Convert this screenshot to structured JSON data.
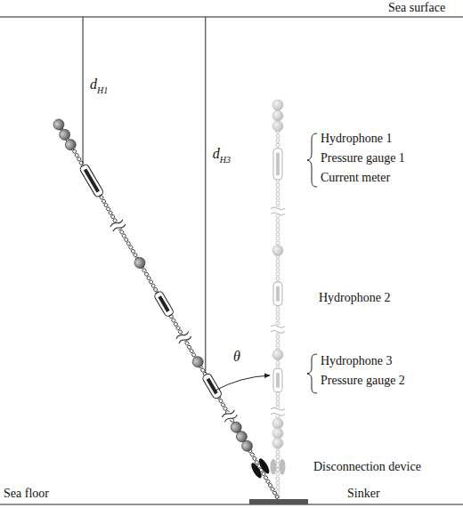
{
  "diagram": {
    "labels": [
      "Sea surface",
      "d",
      "H1",
      "d",
      "H3",
      "Hydrophone 1",
      "Pressure gauge 1",
      "Current meter",
      "Hydrophone 2",
      "Hydrophone 3",
      "Pressure gauge 2",
      "θ",
      "Disconnection device",
      "Sea floor",
      "Sinker"
    ]
  }
}
